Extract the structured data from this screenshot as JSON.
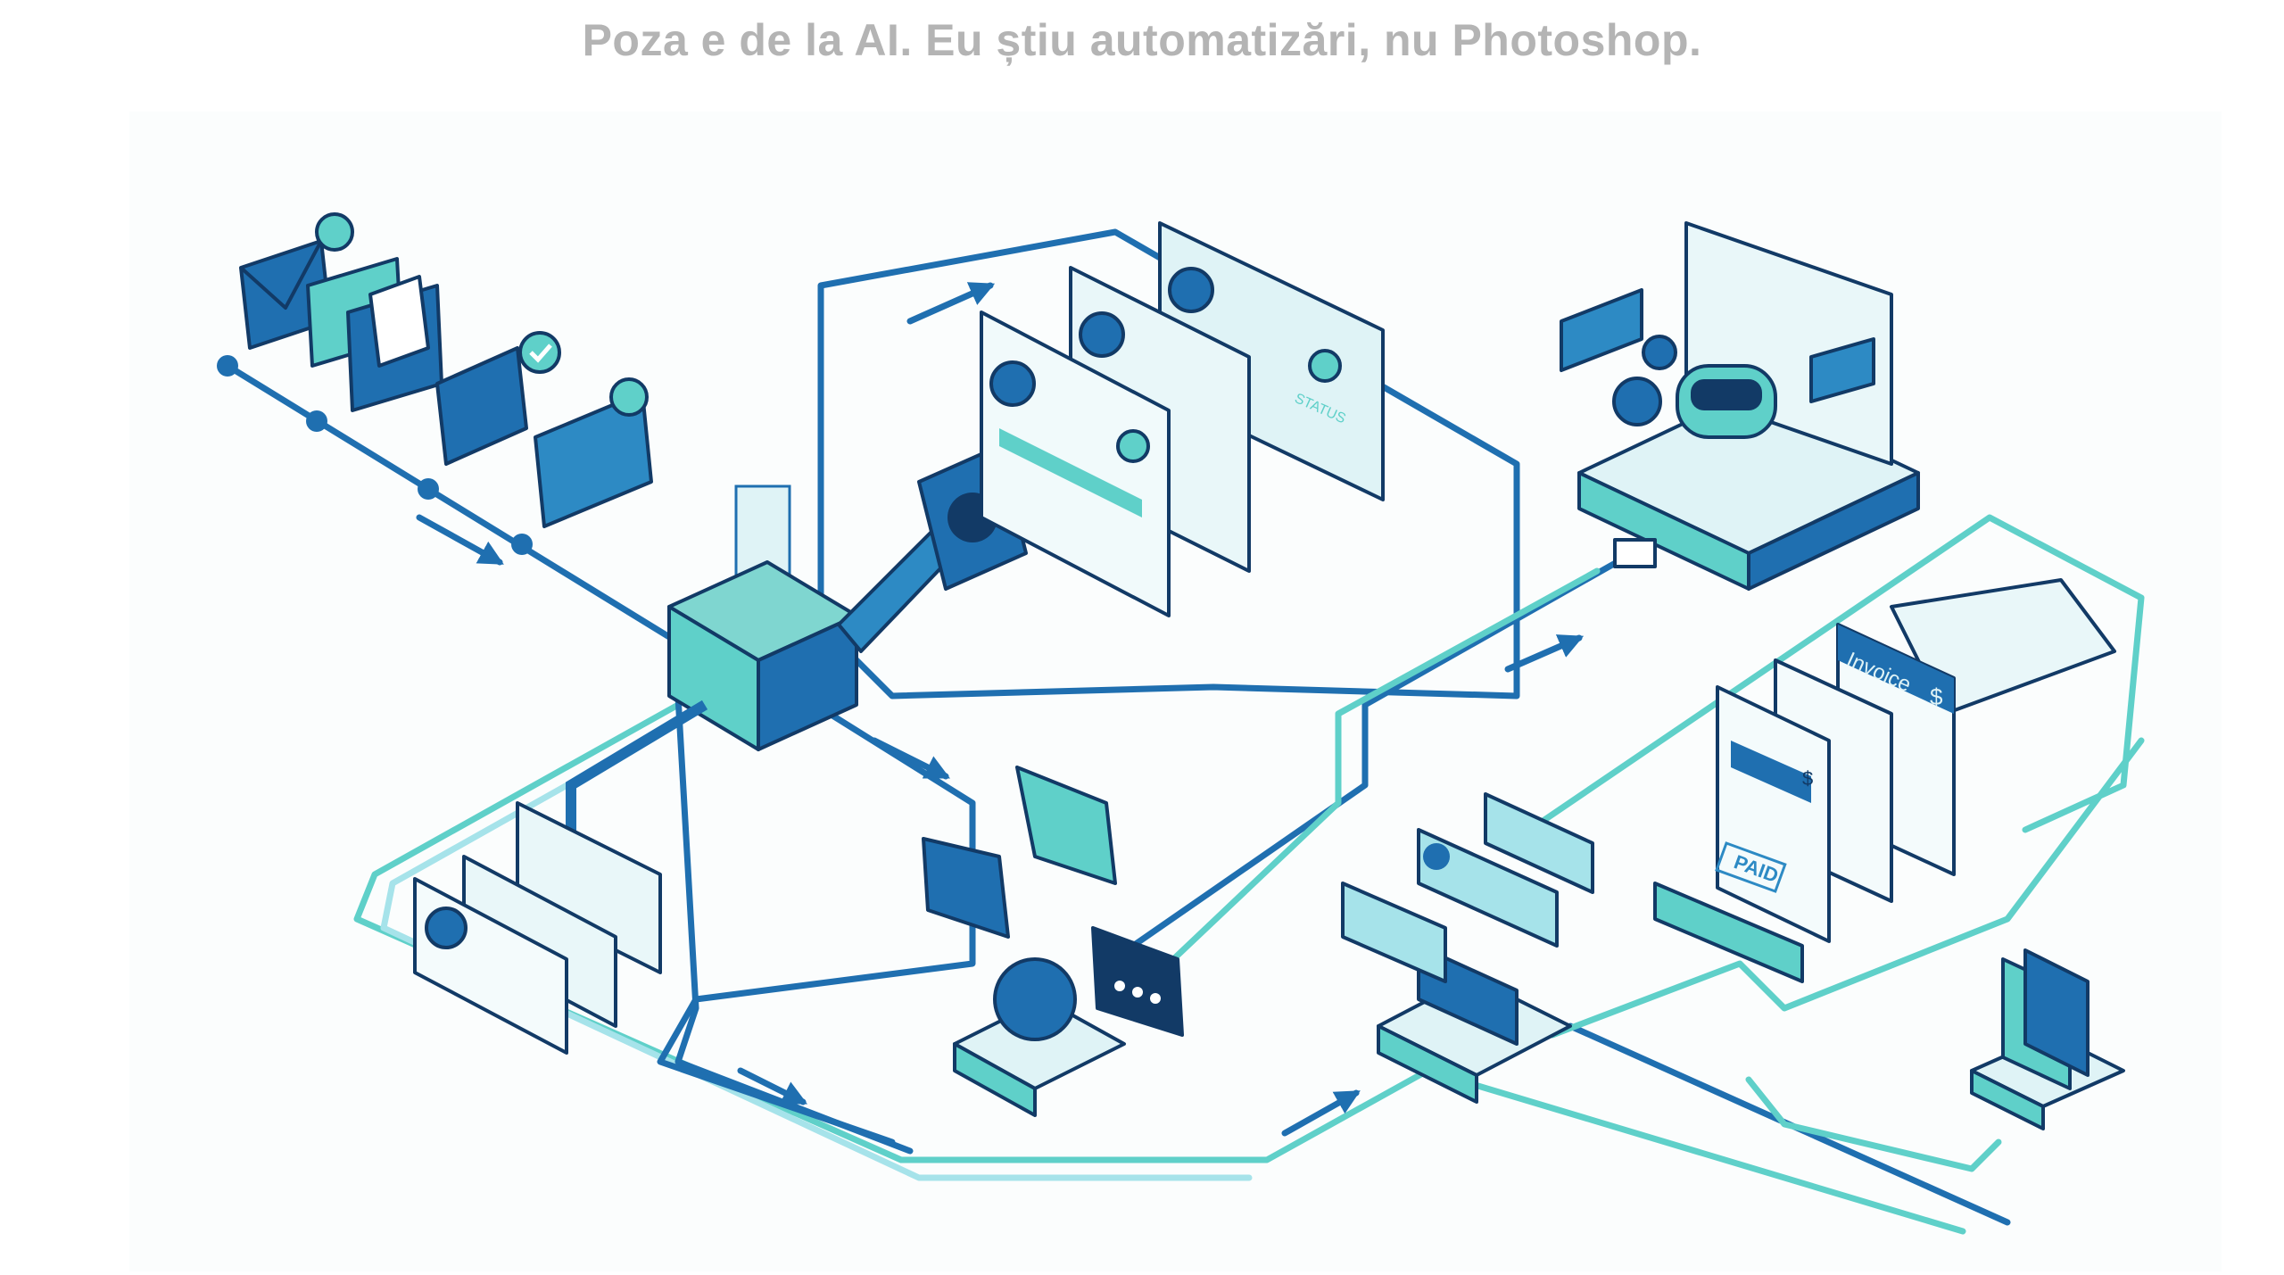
{
  "title": "Poza e de la AI. Eu știu automatizări, nu Photoshop.",
  "illustration": {
    "crm_status_label": "STATUS",
    "invoice_label": "Invoice",
    "paid_stamp": "PAID",
    "currency_symbol": "$",
    "icons": [
      "envelope-icon",
      "user-icon",
      "check-icon",
      "dollar-icon",
      "hub-machine-icon",
      "contact-card-icon",
      "robot-icon",
      "gear-icon",
      "chat-bubble-icon",
      "whatsapp-icon",
      "invoice-icon",
      "document-stack-icon",
      "tablet-icon"
    ],
    "colors": {
      "dark_blue": "#1f6fb0",
      "navy": "#123a66",
      "teal": "#5fd0c9",
      "pale": "#dff3f6",
      "title_gray": "#b4b4b4"
    }
  }
}
